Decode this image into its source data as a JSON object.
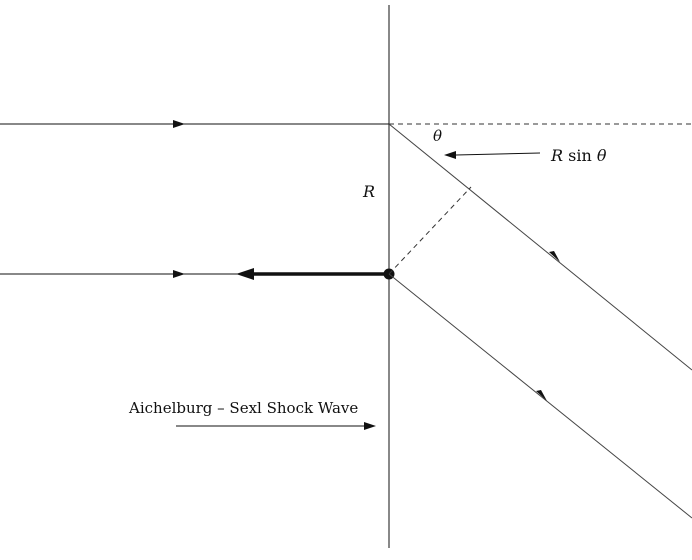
{
  "diagram": {
    "labels": {
      "theta": "θ",
      "R": "R",
      "rsin_R": "R",
      "rsin_func": " sin ",
      "rsin_theta": "θ",
      "shock_wave": "Aichelburg – Sexl Shock Wave"
    },
    "colors": {
      "line": "#111111",
      "deflected": "#444444",
      "dashed": "#333333",
      "particle": "#111111"
    }
  }
}
